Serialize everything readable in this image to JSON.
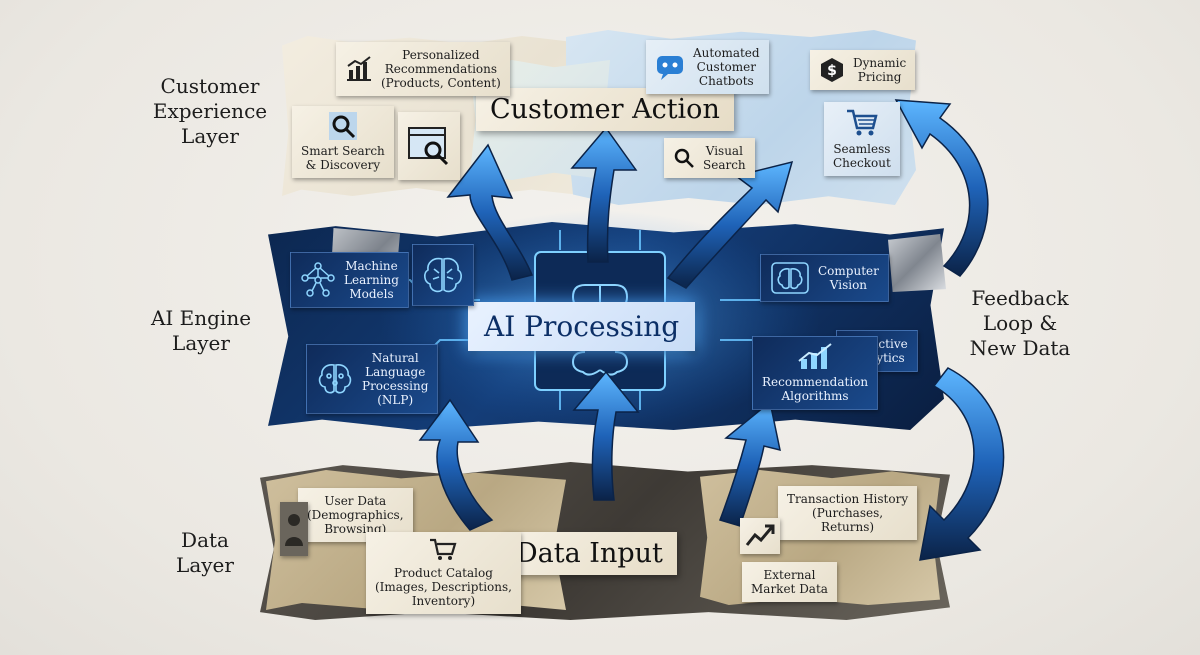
{
  "layers": {
    "customer_experience": [
      "Customer",
      "Experience",
      "Layer"
    ],
    "ai_engine": [
      "AI Engine",
      "Layer"
    ],
    "data": [
      "Data",
      "Layer"
    ]
  },
  "side_label": [
    "Feedback",
    "Loop &",
    "New Data"
  ],
  "titles": {
    "customer_action": "Customer Action",
    "ai_processing": "AI Processing",
    "data_input": "Data Input"
  },
  "customer_cards": {
    "personalized": [
      "Personalized",
      "Recommendations",
      "(Products, Content)"
    ],
    "chatbots": [
      "Automated",
      "Customer",
      "Chatbots"
    ],
    "pricing": [
      "Dynamic",
      "Pricing"
    ],
    "smart_search": [
      "Smart Search",
      "& Discovery"
    ],
    "visual_search": [
      "Visual",
      "Search"
    ],
    "checkout": [
      "Seamless",
      "Checkout"
    ]
  },
  "ai_cards": {
    "ml": [
      "Machine",
      "Learning",
      "Models"
    ],
    "nlp": [
      "Natural",
      "Language",
      "Processing",
      "(NLP)"
    ],
    "cv": [
      "Computer",
      "Vision"
    ],
    "predictive": [
      "Predictive",
      "Analytics"
    ],
    "recommendation": [
      "Recommendation",
      "Algorithms"
    ]
  },
  "data_cards": {
    "user_data": [
      "User Data",
      "(Demographics,",
      "Browsing)"
    ],
    "catalog": [
      "Product Catalog",
      "(Images, Descriptions,",
      "Inventory)"
    ],
    "transactions": [
      "Transaction History",
      "(Purchases,",
      "Returns)"
    ],
    "market": [
      "External",
      "Market Data"
    ]
  },
  "icons": [
    "chart-up-icon",
    "chatbot-icon",
    "dollar-icon",
    "magnifier-icon",
    "browser-search-icon",
    "cart-icon",
    "neural-network-icon",
    "brain-icon",
    "chip-icon",
    "user-icon",
    "bar-chart-icon",
    "trend-icon"
  ],
  "colors": {
    "accent": "#1a6fd6",
    "glow": "#5cb8ff",
    "dark": "#0c2750",
    "paper": "#efe8d8"
  }
}
